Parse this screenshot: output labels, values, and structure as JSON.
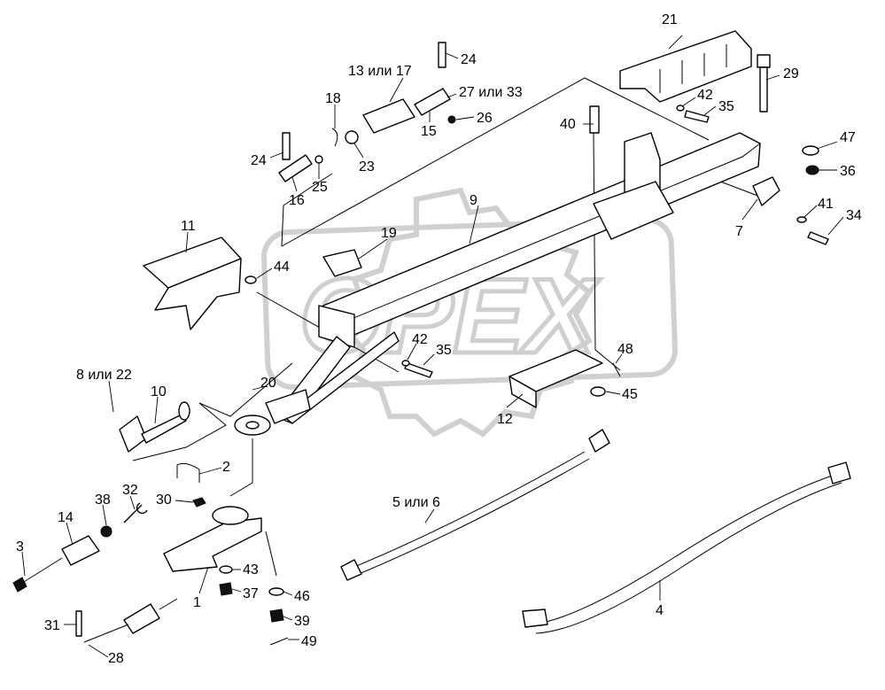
{
  "watermark": {
    "text": "OPEX"
  },
  "labels": [
    {
      "id": "21",
      "text": "21"
    },
    {
      "id": "24a",
      "text": "24"
    },
    {
      "id": "29",
      "text": "29"
    },
    {
      "id": "13or17",
      "text": "13 или 17"
    },
    {
      "id": "27or33",
      "text": "27 или 33"
    },
    {
      "id": "42a",
      "text": "42"
    },
    {
      "id": "35a",
      "text": "35"
    },
    {
      "id": "18",
      "text": "18"
    },
    {
      "id": "26",
      "text": "26"
    },
    {
      "id": "15",
      "text": "15"
    },
    {
      "id": "40",
      "text": "40"
    },
    {
      "id": "47",
      "text": "47"
    },
    {
      "id": "24b",
      "text": "24"
    },
    {
      "id": "23",
      "text": "23"
    },
    {
      "id": "36",
      "text": "36"
    },
    {
      "id": "25",
      "text": "25"
    },
    {
      "id": "16",
      "text": "16"
    },
    {
      "id": "9",
      "text": "9"
    },
    {
      "id": "41",
      "text": "41"
    },
    {
      "id": "34",
      "text": "34"
    },
    {
      "id": "7",
      "text": "7"
    },
    {
      "id": "11",
      "text": "11"
    },
    {
      "id": "19",
      "text": "19"
    },
    {
      "id": "44",
      "text": "44"
    },
    {
      "id": "42b",
      "text": "42"
    },
    {
      "id": "35b",
      "text": "35"
    },
    {
      "id": "48",
      "text": "48"
    },
    {
      "id": "8or22",
      "text": "8 или 22"
    },
    {
      "id": "20",
      "text": "20"
    },
    {
      "id": "10",
      "text": "10"
    },
    {
      "id": "45",
      "text": "45"
    },
    {
      "id": "12",
      "text": "12"
    },
    {
      "id": "2",
      "text": "2"
    },
    {
      "id": "5or6",
      "text": "5 или 6"
    },
    {
      "id": "38",
      "text": "38"
    },
    {
      "id": "32",
      "text": "32"
    },
    {
      "id": "30",
      "text": "30"
    },
    {
      "id": "14",
      "text": "14"
    },
    {
      "id": "3",
      "text": "3"
    },
    {
      "id": "43",
      "text": "43"
    },
    {
      "id": "1",
      "text": "1"
    },
    {
      "id": "37",
      "text": "37"
    },
    {
      "id": "46",
      "text": "46"
    },
    {
      "id": "4",
      "text": "4"
    },
    {
      "id": "39",
      "text": "39"
    },
    {
      "id": "31",
      "text": "31"
    },
    {
      "id": "49",
      "text": "49"
    },
    {
      "id": "28",
      "text": "28"
    }
  ]
}
